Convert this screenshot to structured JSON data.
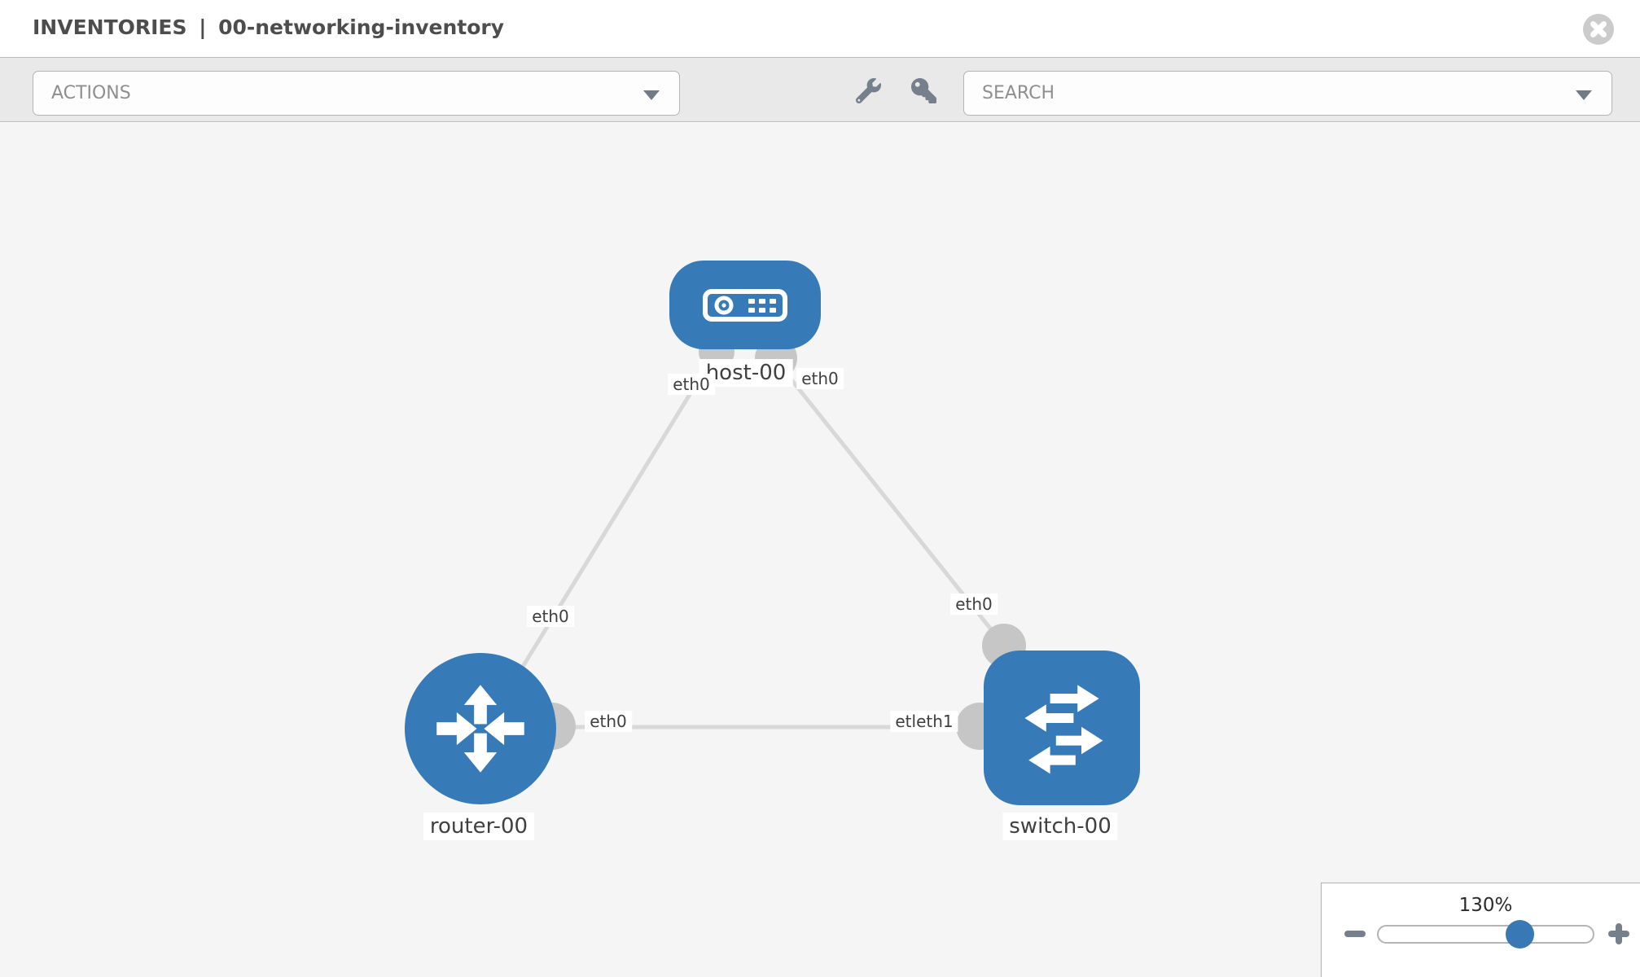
{
  "header": {
    "title_prefix": "INVENTORIES",
    "title_separator": "|",
    "inventory_name": "00-networking-inventory",
    "close_icon": "x-circle"
  },
  "toolbar": {
    "actions_placeholder": "ACTIONS",
    "search_placeholder": "SEARCH",
    "icons": [
      "wrench",
      "key",
      "chevron-down"
    ]
  },
  "topology": {
    "nodes": [
      {
        "id": "host-00",
        "label": "host-00",
        "type": "host",
        "icon": "server"
      },
      {
        "id": "router-00",
        "label": "router-00",
        "type": "router",
        "icon": "crossed-arrows"
      },
      {
        "id": "switch-00",
        "label": "switch-00",
        "type": "switch",
        "icon": "exchange-arrows"
      }
    ],
    "links": [
      {
        "from": "router-00",
        "to": "host-00",
        "from_label": "eth0",
        "to_label": "eth0"
      },
      {
        "from": "host-00",
        "to": "switch-00",
        "from_label": "eth0",
        "to_label": "eth0"
      },
      {
        "from": "router-00",
        "to": "switch-00",
        "from_label": "eth0",
        "to_label": "etleth1"
      }
    ]
  },
  "zoom_control": {
    "level": "130%",
    "minus_icon": "minus",
    "plus_icon": "plus"
  },
  "colors": {
    "node_blue": "#377ab8",
    "handle_blue": "#3778b5",
    "link_gray": "#d8d8d8",
    "connector_gray": "#c6c6c6",
    "canvas_bg": "#f5f5f5",
    "toolbar_bg": "#e9e9e9"
  }
}
